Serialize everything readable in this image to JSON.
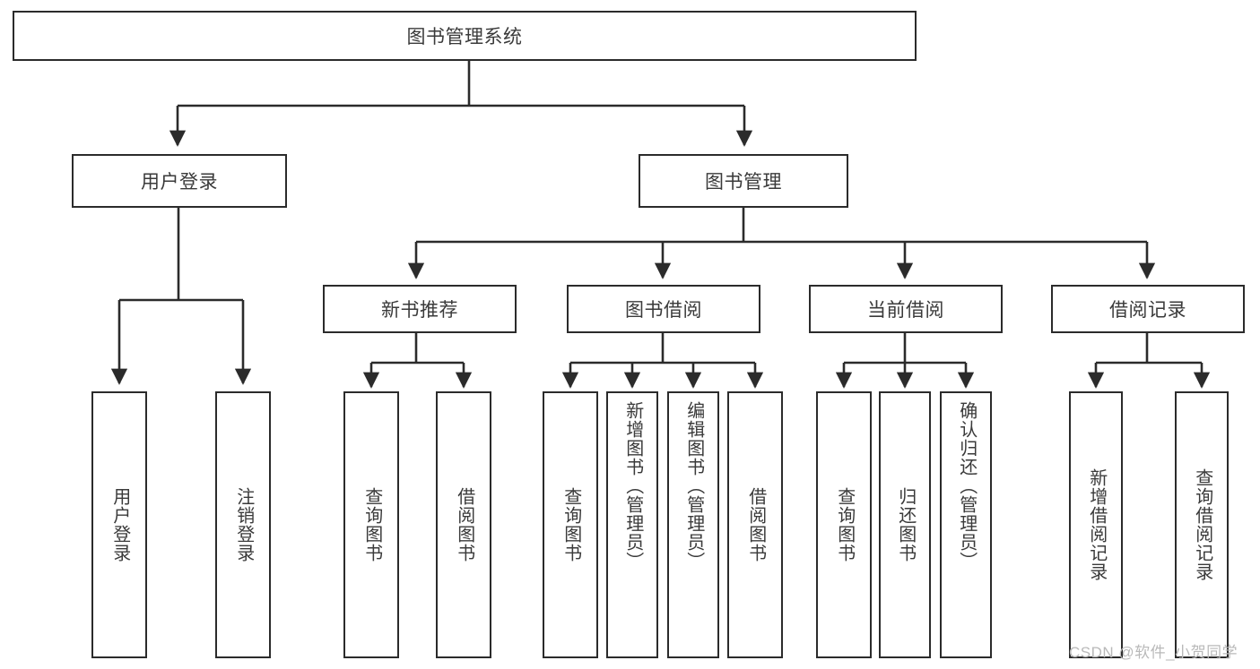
{
  "diagram": {
    "title": "图书管理系统",
    "type": "tree",
    "root": {
      "id": "root",
      "label": "图书管理系统",
      "orientation": "horizontal"
    },
    "level2": [
      {
        "id": "user-login",
        "label": "用户登录",
        "orientation": "horizontal"
      },
      {
        "id": "book-manage",
        "label": "图书管理",
        "orientation": "horizontal"
      }
    ],
    "level3": [
      {
        "id": "new-book-rec",
        "label": "新书推荐",
        "orientation": "horizontal",
        "parent": "book-manage"
      },
      {
        "id": "book-borrow",
        "label": "图书借阅",
        "orientation": "horizontal",
        "parent": "book-manage"
      },
      {
        "id": "current-borrow",
        "label": "当前借阅",
        "orientation": "horizontal",
        "parent": "book-manage"
      },
      {
        "id": "borrow-record",
        "label": "借阅记录",
        "orientation": "horizontal",
        "parent": "book-manage"
      }
    ],
    "leaves": [
      {
        "id": "leaf-user-login",
        "label": "用户登录",
        "parent": "user-login"
      },
      {
        "id": "leaf-logout-login",
        "label": "注销登录",
        "parent": "user-login"
      },
      {
        "id": "leaf-query-book-1",
        "label": "查询图书",
        "parent": "new-book-rec"
      },
      {
        "id": "leaf-borrow-book-1",
        "label": "借阅图书",
        "parent": "new-book-rec"
      },
      {
        "id": "leaf-query-book-2",
        "label": "查询图书",
        "parent": "book-borrow"
      },
      {
        "id": "leaf-add-book",
        "label": "新增图书（管理员）",
        "parent": "book-borrow"
      },
      {
        "id": "leaf-edit-book",
        "label": "编辑图书（管理员）",
        "parent": "book-borrow"
      },
      {
        "id": "leaf-borrow-book-2",
        "label": "借阅图书",
        "parent": "book-borrow"
      },
      {
        "id": "leaf-query-book-3",
        "label": "查询图书",
        "parent": "current-borrow"
      },
      {
        "id": "leaf-return-book",
        "label": "归还图书",
        "parent": "current-borrow"
      },
      {
        "id": "leaf-confirm-return",
        "label": "确认归还（管理员）",
        "parent": "current-borrow"
      },
      {
        "id": "leaf-add-record",
        "label": "新增借阅记录",
        "parent": "borrow-record"
      },
      {
        "id": "leaf-query-record",
        "label": "查询借阅记录",
        "parent": "borrow-record"
      }
    ],
    "colors": {
      "border": "#2b2b2b",
      "text": "#3a3a3a",
      "background": "#ffffff",
      "watermark": "#b9b9b9"
    }
  },
  "watermark": {
    "text": "CSDN @软件_小贺同学"
  }
}
